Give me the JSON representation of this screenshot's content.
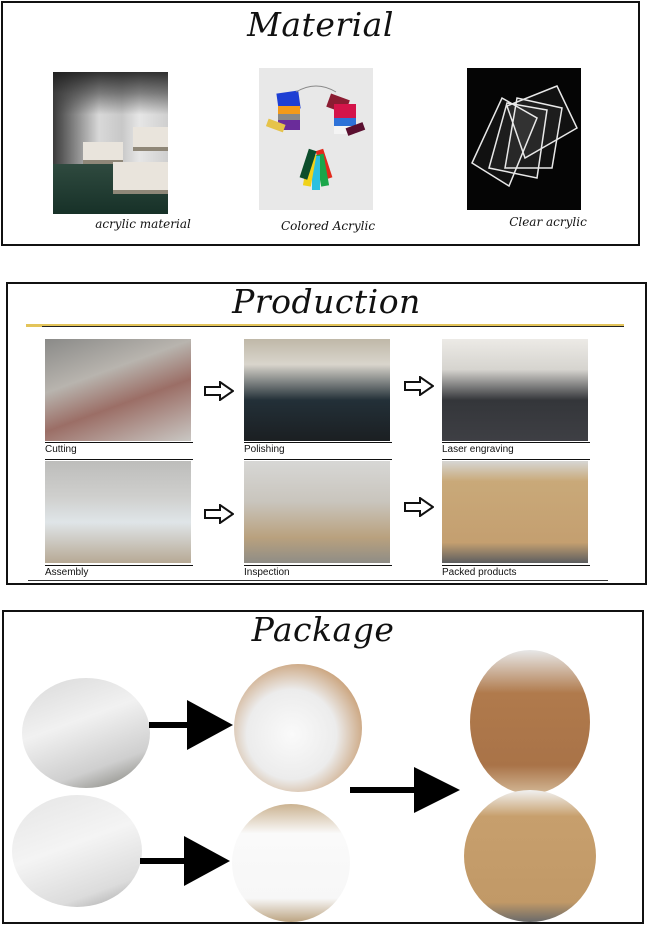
{
  "sections": {
    "material": {
      "title": "Material",
      "items": [
        {
          "caption": "acrylic material",
          "image": "factory-warehouse-photo"
        },
        {
          "caption": "Colored Acrylic",
          "image": "colored-acrylic-swatches-photo"
        },
        {
          "caption": "Clear acrylic",
          "image": "clear-acrylic-sheets-photo"
        }
      ]
    },
    "production": {
      "title": "Production",
      "rule_color": "#e3c45a",
      "steps": [
        {
          "label": "Cutting"
        },
        {
          "label": "Polishing"
        },
        {
          "label": "Laser engraving"
        },
        {
          "label": "Assembly"
        },
        {
          "label": "Inspection"
        },
        {
          "label": "Packed products"
        }
      ],
      "arrow_icon": "hollow-right-arrow"
    },
    "package": {
      "title": "Package",
      "images": [
        "stacked-sheets-photo",
        "divided-box-photo",
        "tall-cartons-photo",
        "wrapped-sheets-photo",
        "lined-box-photo",
        "palletized-cartons-photo"
      ],
      "arrow_icon": "solid-right-arrow"
    }
  }
}
